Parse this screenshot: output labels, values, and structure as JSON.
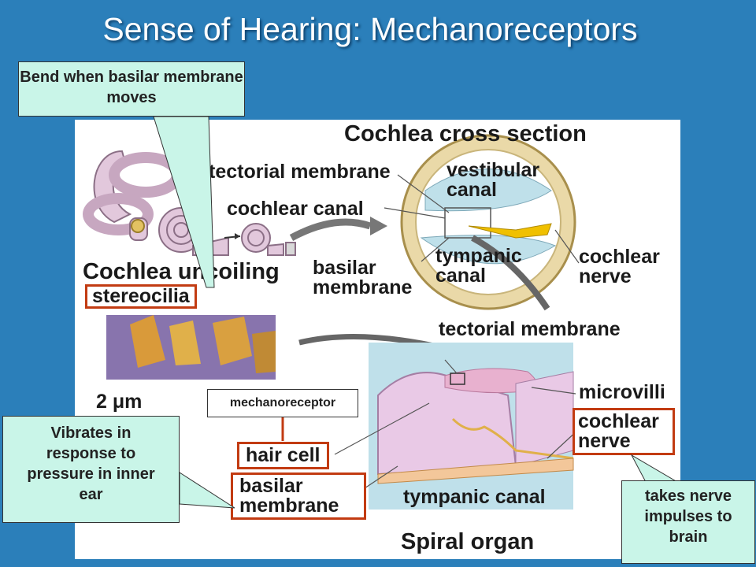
{
  "title": "Sense of Hearing: Mechanoreceptors",
  "callouts": {
    "bend": "Bend when basilar membrane moves",
    "vibrates": "Vibrates in response to pressure in inner ear",
    "takes": "takes nerve impulses to brain",
    "mechanoreceptor": "mechanoreceptor"
  },
  "figure_labels": {
    "cross_section": "Cochlea cross section",
    "tectorial_top": "tectorial membrane",
    "tectorial_faded": "te",
    "vestibular_canal": "vestibular canal",
    "cochlear_canal": "cochlear canal",
    "basilar_top": "basilar membrane",
    "tympanic_top": "tympanic canal",
    "cochlear_nerve_top": "cochlear nerve",
    "uncoiling": "Cochlea uncoiling",
    "stereocilia": "stereocilia",
    "scale": "2 μm",
    "tectorial_mid": "tectorial membrane",
    "microvilli": "microvilli",
    "cochlear_nerve_bottom": "cochlear nerve",
    "hair_cell": "hair cell",
    "basilar_bottom": "basilar membrane",
    "tympanic_bottom": "tympanic canal",
    "spiral_organ": "Spiral organ"
  },
  "colors": {
    "background": "#2b7fba",
    "highlight_border": "#c23b12",
    "callout_fill": "#c9f5e8"
  }
}
